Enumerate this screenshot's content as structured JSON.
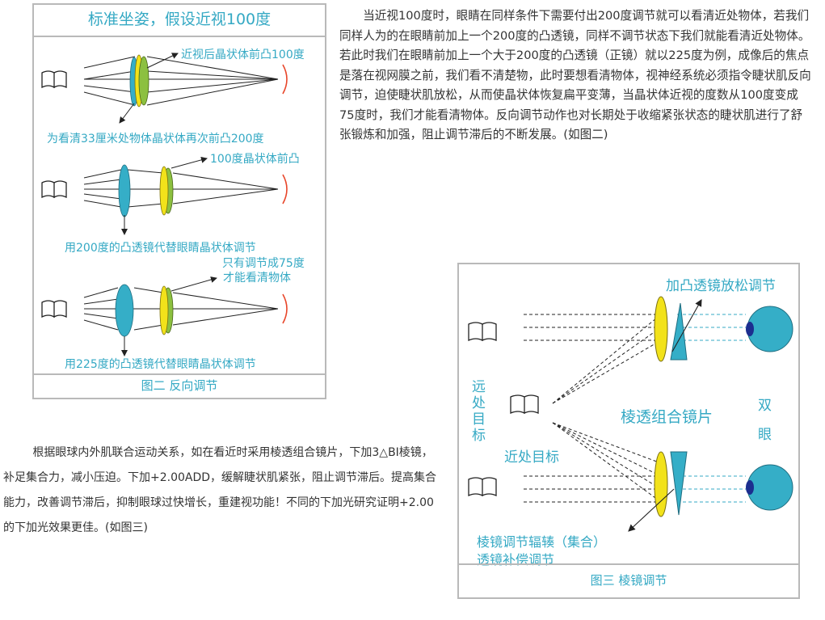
{
  "figure2": {
    "title": "标准坐姿，假设近视100度",
    "labels": {
      "lens_bulge_100": "近视后晶状体前凸100度",
      "bulge_200_at_33cm": "为看清33厘米处物体晶状体再次前凸200度",
      "lens_bulge_100_b": "100度晶状体前凸",
      "convex_200_replace": "用200度的凸透镜代替眼睛晶状体调节",
      "only_75_line1": "只有调节成75度",
      "only_75_line2": "才能看清物体",
      "convex_225_replace": "用225度的凸透镜代替眼睛晶状体调节"
    },
    "caption": "图二  反向调节"
  },
  "paragraph1": "当近视100度时，眼睛在同样条件下需要付出200度调节就可以看清近处物体，若我们同样人为的在眼睛前加上一个200度的凸透镜，同样不调节状态下我们就能看清近处物体。若此时我们在眼睛前加上一个大于200度的凸透镜（正镜）就以225度为例，成像后的焦点是落在视网膜之前，我们看不清楚物，此时要想看清物体，视神经系统必须指令睫状肌反向调节，迫使睫状肌放松，从而使晶状体恢复扁平变薄，当晶状体近视的度数从100度变成75度时，我们才能看清物体。反向调节动作也对长期处于收缩紧张状态的睫状肌进行了舒张锻炼和加强，阻止调节滞后的不断发展。(如图二)",
  "paragraph2": "根据眼球内外肌联合运动关系，如在看近时采用棱透组合镜片，下加3△BI棱镜，补足集合力，减小压迫。下加+2.00ADD，缓解睫状肌紧张，阻止调节滞后。提高集合能力，改善调节滞后，抑制眼球过快增长，重建视功能！不同的下加光研究证明+2.00的下加光效果更佳。(如图三)",
  "figure3": {
    "labels": {
      "relax": "加凸透镜放松调节",
      "far_target": "远处目标",
      "lens_combo": "棱透组合镜片",
      "both_eyes": "双眼",
      "near_target": "近处目标",
      "prism_line1": "棱镜调节辐辏（集合）",
      "prism_line2": "透镜补偿调节"
    },
    "caption": "图三  棱镜调节"
  },
  "colors": {
    "accent": "#35a9c4",
    "lens_yellow": "#f2e21a",
    "lens_green": "#8cc040",
    "lens_cyan": "#35aec7",
    "retina_red": "#e8462a"
  }
}
